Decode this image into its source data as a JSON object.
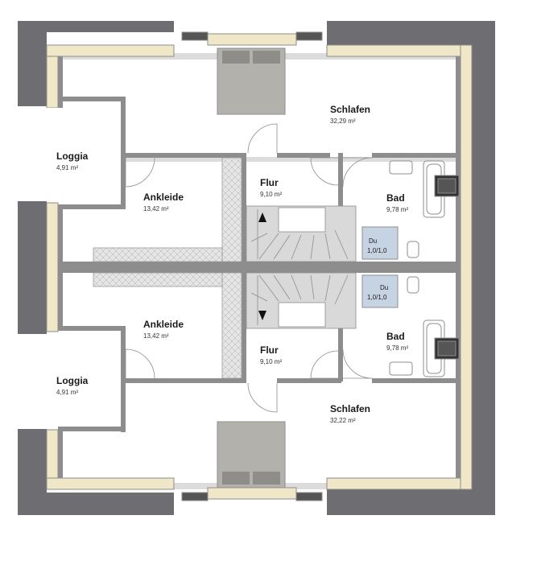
{
  "colors": {
    "roof": "#6e6e72",
    "wall": "#8d8d8d",
    "insulation": "#efe7c8",
    "floor": "#ffffff",
    "shadow": "#dcdcdc",
    "shower": "#c6d3e3",
    "bed": "#b3b1ac",
    "stair": "#d9d9d9"
  },
  "rooms": {
    "schlafen_top": {
      "name": "Schlafen",
      "area": "32,29 m²"
    },
    "loggia_top": {
      "name": "Loggia",
      "area": "4,91 m²"
    },
    "ankleide_top": {
      "name": "Ankleide",
      "area": "13,42 m²"
    },
    "flur_top": {
      "name": "Flur",
      "area": "9,10 m²"
    },
    "bad_top": {
      "name": "Bad",
      "area": "9,78 m²"
    },
    "du_top": {
      "name": "Du",
      "size": "1,0/1,0"
    },
    "du_bottom": {
      "name": "Du",
      "size": "1,0/1,0"
    },
    "ankleide_bottom": {
      "name": "Ankleide",
      "area": "13,42 m²"
    },
    "bad_bottom": {
      "name": "Bad",
      "area": "9,78 m²"
    },
    "flur_bottom": {
      "name": "Flur",
      "area": "9,10 m²"
    },
    "loggia_bottom": {
      "name": "Loggia",
      "area": "4,91 m²"
    },
    "schlafen_bottom": {
      "name": "Schlafen",
      "area": "32,22 m²"
    }
  }
}
